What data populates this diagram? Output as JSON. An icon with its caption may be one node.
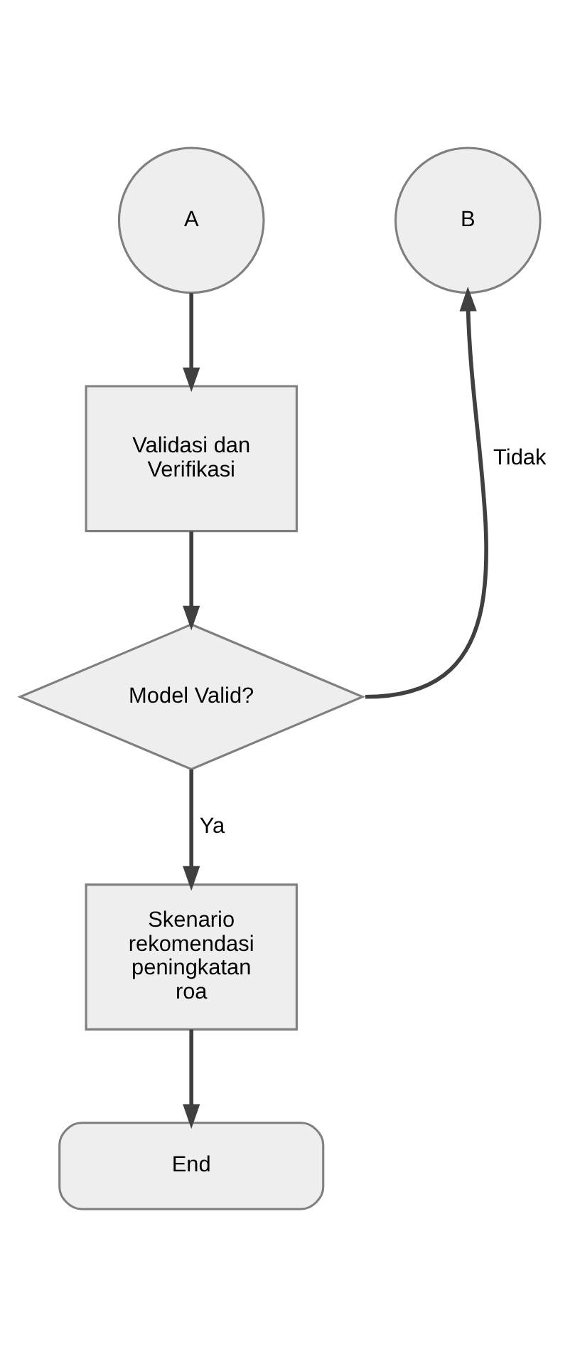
{
  "diagram": {
    "nodes": [
      {
        "text": [
          "A"
        ]
      },
      {
        "text": [
          "B"
        ]
      },
      {
        "text": [
          "Validasi dan Verifikasi"
        ]
      },
      {
        "text": [
          "Model Valid?"
        ]
      },
      {
        "text": [
          "Skenario rekomendasi peningkatan roa"
        ]
      },
      {
        "text": [
          "End"
        ]
      }
    ],
    "edges": [
      {
        "from": 0,
        "to": 2,
        "arrow": "to"
      },
      {
        "from": 2,
        "to": 3,
        "arrow": "to"
      },
      {
        "from": 3,
        "to": 1,
        "arrow": "to",
        "label": "Tidak"
      },
      {
        "from": 3,
        "to": 4,
        "arrow": "to",
        "label": "Ya"
      },
      {
        "from": 4,
        "to": 5,
        "arrow": "to"
      }
    ]
  }
}
